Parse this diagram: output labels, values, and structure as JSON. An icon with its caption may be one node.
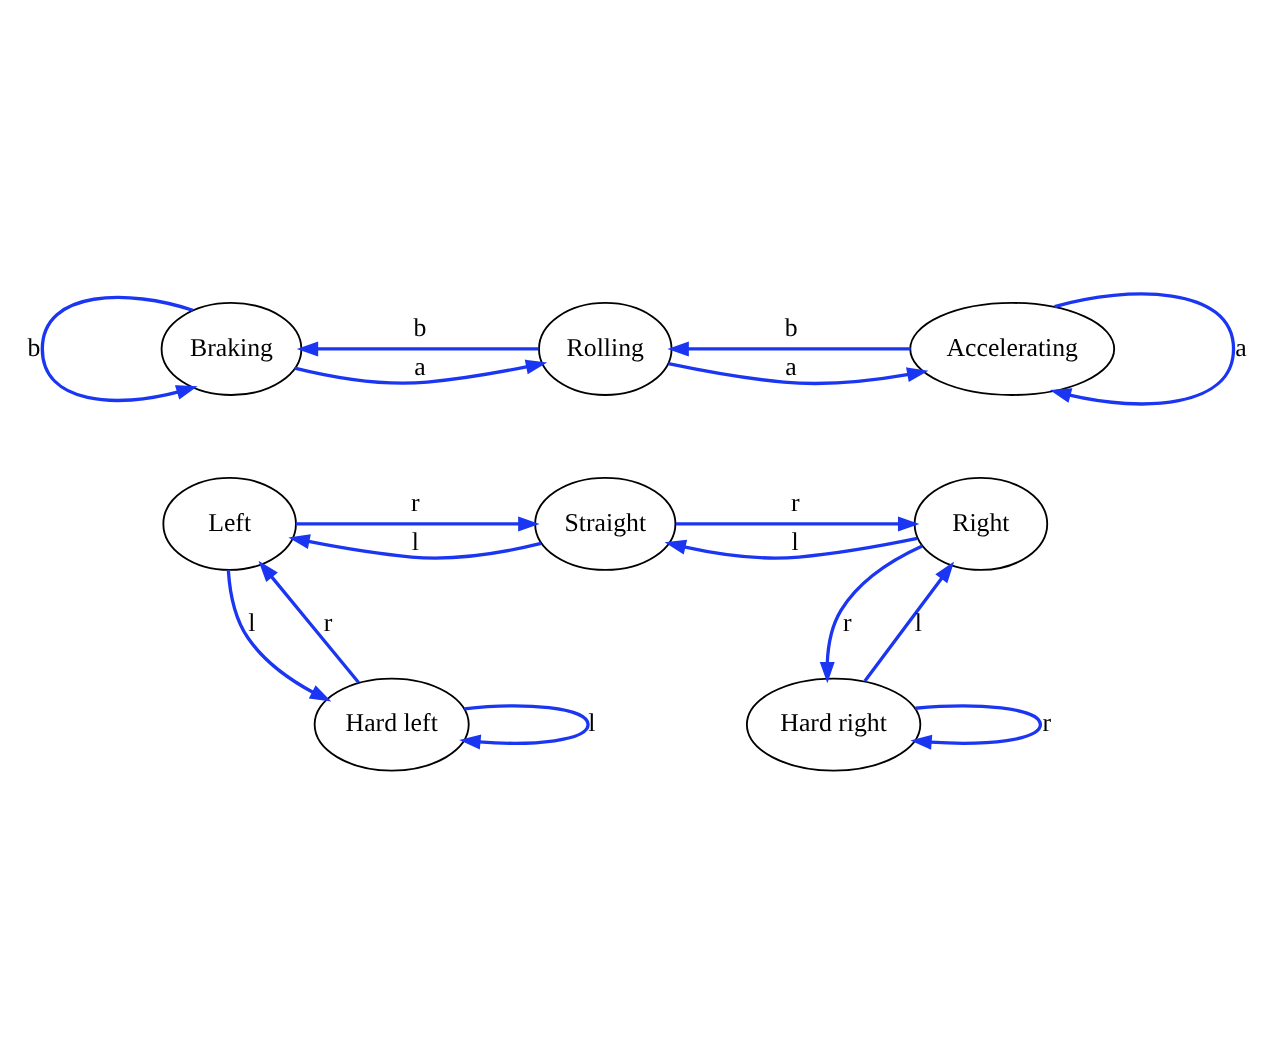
{
  "diagram": {
    "nodes": [
      {
        "text": [
          "Braking"
        ]
      },
      {
        "text": [
          "Rolling"
        ]
      },
      {
        "text": [
          "Accelerating"
        ]
      },
      {
        "text": [
          "Left"
        ]
      },
      {
        "text": [
          "Straight"
        ]
      },
      {
        "text": [
          "Right"
        ]
      },
      {
        "text": [
          "Hard left"
        ]
      },
      {
        "text": [
          "Hard right"
        ]
      }
    ],
    "edges": [
      {
        "from": 0,
        "to": 0,
        "arrow": "to",
        "label": "b"
      },
      {
        "from": 1,
        "to": 0,
        "arrow": "to",
        "label": "b"
      },
      {
        "from": 0,
        "to": 1,
        "arrow": "to",
        "label": "a"
      },
      {
        "from": 1,
        "to": 2,
        "arrow": "to",
        "label": "a"
      },
      {
        "from": 2,
        "to": 1,
        "arrow": "to",
        "label": "b"
      },
      {
        "from": 2,
        "to": 2,
        "arrow": "to",
        "label": "a"
      },
      {
        "from": 4,
        "to": 3,
        "arrow": "to",
        "label": "l"
      },
      {
        "from": 3,
        "to": 4,
        "arrow": "to",
        "label": "r"
      },
      {
        "from": 4,
        "to": 5,
        "arrow": "to",
        "label": "r"
      },
      {
        "from": 5,
        "to": 4,
        "arrow": "to",
        "label": "l"
      },
      {
        "from": 3,
        "to": 6,
        "arrow": "to",
        "label": "l"
      },
      {
        "from": 6,
        "to": 3,
        "arrow": "to",
        "label": "r"
      },
      {
        "from": 5,
        "to": 7,
        "arrow": "to",
        "label": "r"
      },
      {
        "from": 7,
        "to": 5,
        "arrow": "to",
        "label": "l"
      },
      {
        "from": 6,
        "to": 6,
        "arrow": "to",
        "label": "l"
      },
      {
        "from": 7,
        "to": 7,
        "arrow": "to",
        "label": "r"
      }
    ]
  }
}
